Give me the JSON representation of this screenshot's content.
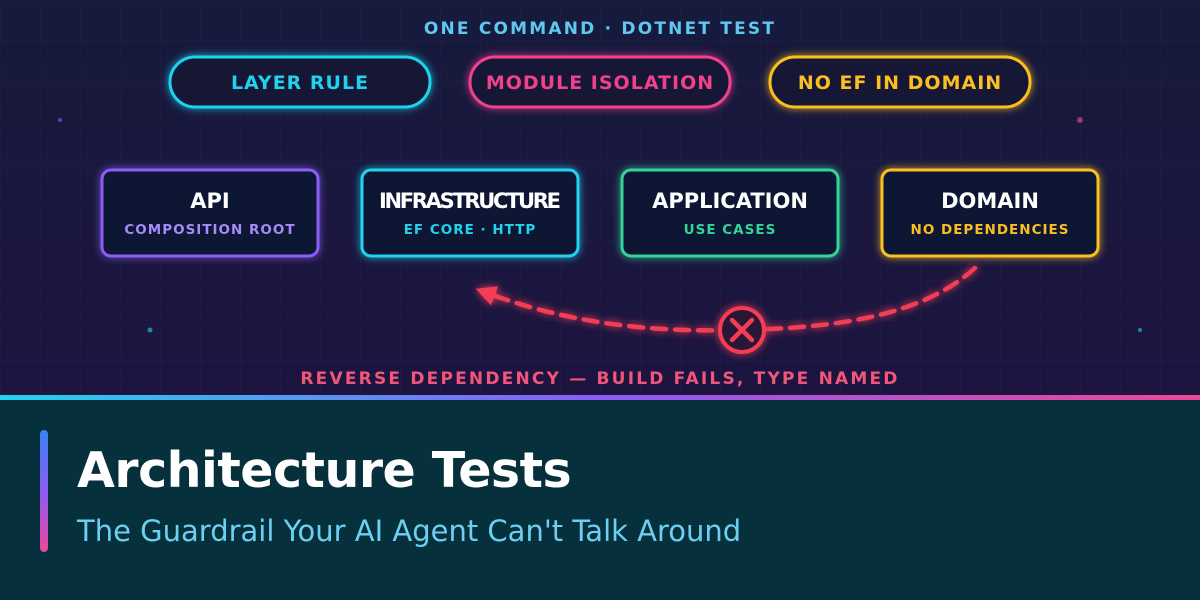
{
  "colors": {
    "background": "#141638",
    "footer_background": "#06313c",
    "cyan": "#1fd3ee",
    "pink": "#f2418c",
    "yellow": "#fbbf1f",
    "purple": "#8b5cf6",
    "green": "#2fd48b",
    "red": "#f23d54",
    "subtitle": "#6dd0f2"
  },
  "header": {
    "caption": "ONE COMMAND · DOTNET TEST"
  },
  "rules": [
    {
      "label": "LAYER RULE",
      "color": "#1fd3ee"
    },
    {
      "label": "MODULE ISOLATION",
      "color": "#f2418c"
    },
    {
      "label": "NO EF IN DOMAIN",
      "color": "#fbbf1f"
    }
  ],
  "layers": [
    {
      "title": "API",
      "subtitle": "COMPOSITION ROOT",
      "color": "#8b5cf6",
      "sub_color": "#a78bfa"
    },
    {
      "title": "INFRASTRUCTURE",
      "subtitle": "EF CORE · HTTP",
      "color": "#22d3ee",
      "sub_color": "#22d3ee"
    },
    {
      "title": "APPLICATION",
      "subtitle": "USE CASES",
      "color": "#34d399",
      "sub_color": "#34d399"
    },
    {
      "title": "DOMAIN",
      "subtitle": "NO DEPENDENCIES",
      "color": "#fbbf24",
      "sub_color": "#fbbf24"
    }
  ],
  "flow": {
    "arrow_color": "#2fd48b",
    "reverse_color": "#f23d54",
    "blocked_icon": "x-circle-icon",
    "caption": "REVERSE DEPENDENCY — BUILD FAILS, TYPE NAMED"
  },
  "footer": {
    "title": "Architecture Tests",
    "subtitle": "The Guardrail Your AI Agent Can't Talk Around"
  }
}
